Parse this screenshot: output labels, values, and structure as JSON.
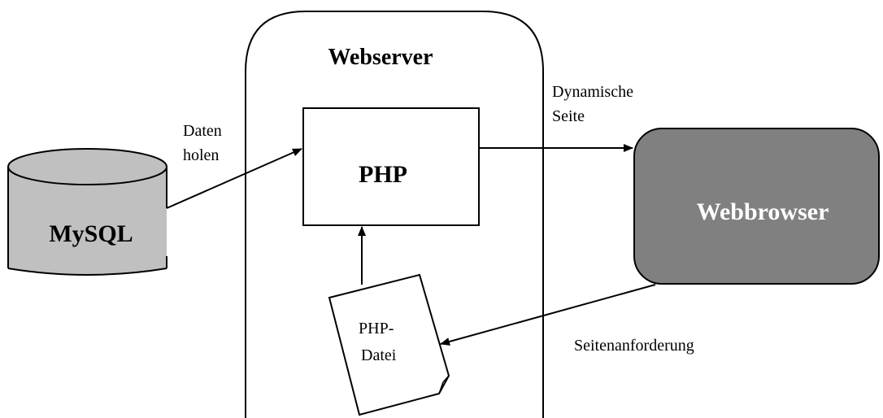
{
  "nodes": {
    "mysql": {
      "label": "MySQL"
    },
    "webserver": {
      "label": "Webserver"
    },
    "php": {
      "label": "PHP"
    },
    "php_file": {
      "line1": "PHP-",
      "line2": "Datei"
    },
    "webbrowser": {
      "label": "Webbrowser"
    }
  },
  "edges": {
    "fetch_data": {
      "line1": "Daten",
      "line2": "holen"
    },
    "dynamic_page": {
      "line1": "Dynamische",
      "line2": "Seite"
    },
    "page_request": {
      "label": "Seitenanforderung"
    }
  },
  "colors": {
    "mysql_fill": "#c0c0c0",
    "browser_fill": "#808080",
    "browser_text": "#ffffff",
    "stroke": "#000000"
  }
}
